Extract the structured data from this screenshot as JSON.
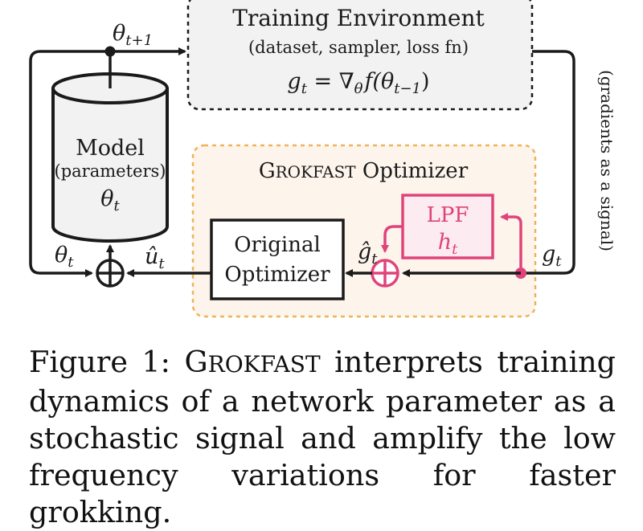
{
  "diagram": {
    "theta_next": "θ",
    "theta_next_sub": "t+1",
    "training_env": {
      "title": "Training Environment",
      "subtitle": "(dataset, sampler, loss fn)",
      "formula_parts": [
        "g",
        "t",
        " = ∇",
        "θ",
        "f(θ",
        "t−1",
        ")"
      ]
    },
    "model": {
      "label": "Model",
      "sublabel": "(parameters)",
      "symbol": "θ",
      "symbol_sub": "t"
    },
    "side_label": "(gradients as a signal)",
    "optimizer_box": {
      "title": "GROKFAST Optimizer",
      "title_first": "G",
      "title_rest": "ROKFAST",
      "title_tail": " Optimizer"
    },
    "lpf": {
      "label": "LPF",
      "symbol": "h",
      "symbol_sub": "t"
    },
    "original_optimizer": {
      "line1": "Original",
      "line2": "Optimizer"
    },
    "labels": {
      "theta_t": "θ",
      "theta_t_sub": "t",
      "u_hat": "û",
      "u_hat_sub": "t",
      "g_hat": "ĝ",
      "g_hat_sub": "t",
      "g_t": "g",
      "g_t_sub": "t"
    },
    "colors": {
      "line": "#1a1a1a",
      "accent": "#e0437a",
      "env_fill": "#f2f2f2",
      "opt_fill": "#fdf5ec",
      "opt_border": "#f0b15a",
      "lpf_fill": "#fcecf2"
    }
  },
  "caption": {
    "figure_label": "Figure 1:",
    "name_first": "G",
    "name_rest": "ROKFAST",
    "text": " interprets training dynamics of a network parameter as a stochastic signal and amplify the low frequency variations for faster grokking."
  }
}
